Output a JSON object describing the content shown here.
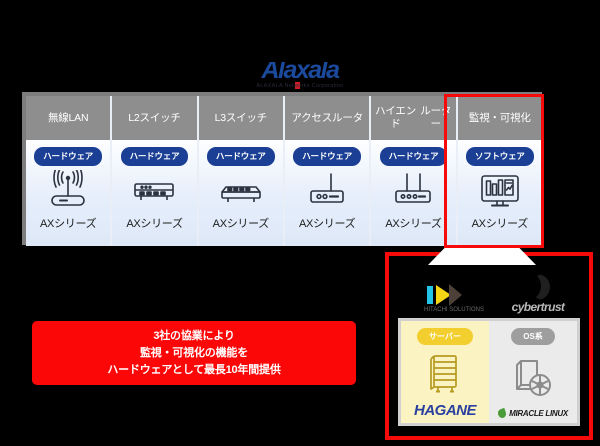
{
  "brand": {
    "name": "Alaxala",
    "tagline": "ALAXALA Networks Corporation",
    "accent": "#1b4a9c",
    "accent_mark": "#cf1d25"
  },
  "product_table": {
    "columns": [
      {
        "header": "無線LAN",
        "badge": "ハードウェア",
        "icon": "wireless-access-point-icon",
        "label": "AXシリーズ",
        "highlighted": false
      },
      {
        "header": "L2スイッチ",
        "badge": "ハードウェア",
        "icon": "l2-switch-icon",
        "label": "AXシリーズ",
        "highlighted": false
      },
      {
        "header": "L3スイッチ",
        "badge": "ハードウェア",
        "icon": "l3-switch-icon",
        "label": "AXシリーズ",
        "highlighted": false
      },
      {
        "header": "アクセス\nルータ",
        "header_line1": "アクセス",
        "header_line2": "ルータ",
        "badge": "ハードウェア",
        "icon": "access-router-icon",
        "label": "AXシリーズ",
        "highlighted": false
      },
      {
        "header_line1": "ハイエンド",
        "header_line2": "ルーター",
        "badge": "ハードウェア",
        "icon": "high-end-router-icon",
        "label": "AXシリーズ",
        "highlighted": false
      },
      {
        "header_line1": "監視・可視化",
        "header_line2": "",
        "badge": "ソフトウェア",
        "icon": "monitoring-dashboard-icon",
        "label": "AXシリーズ",
        "highlighted": true
      }
    ],
    "header_bg": "#8e8e8e",
    "badge_bg": "#1b3f94",
    "highlight_color": "#f60a0a"
  },
  "callout": {
    "line1": "3社の協業により",
    "line2": "監視・可視化の機能を",
    "line3": "ハードウェアとして最長10年間提供",
    "bg": "#fb0707",
    "text_color": "#ffffff"
  },
  "partner_panel": {
    "border_color": "#f60a0a",
    "logos": [
      {
        "name": "hitachi-solutions-logo",
        "text": "HITACHI SOLUTIONS"
      },
      {
        "name": "cybertrust-logo",
        "text": "cybertrust"
      }
    ],
    "cards": [
      {
        "pill": "サーバー",
        "pill_bg": "#f2cf2e",
        "bg": "#fbf3c2",
        "icon": "server-rack-icon",
        "wordmark": "HAGANE",
        "wordmark_color": "#2a3f9e"
      },
      {
        "pill": "OS系",
        "pill_bg": "#9e9e9e",
        "bg": "#ebebeb",
        "icon": "os-disc-icon",
        "wordmark": "MIRACLE LINUX",
        "wordmark_color": "#1a1a1a"
      }
    ]
  }
}
